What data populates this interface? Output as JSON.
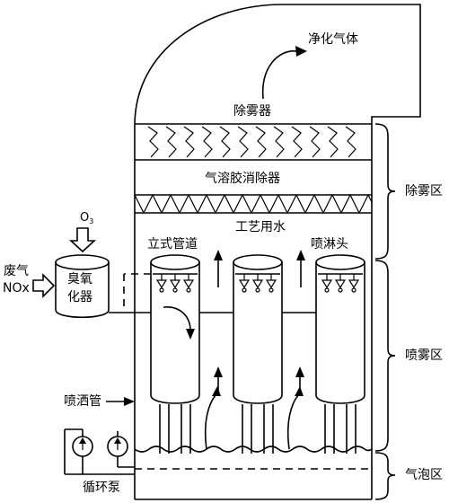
{
  "labels": {
    "clean_gas": "净化气体",
    "demister": "除雾器",
    "aerosol_remover": "气溶胶消除器",
    "process_water": "工艺用水",
    "vertical_pipe": "立式管道",
    "spray_head": "喷淋头",
    "waste_gas_line1": "废气",
    "waste_gas_line2": "NOx",
    "ozone": "O",
    "ozone_sub": "3",
    "ozonizer_line1": "臭氧",
    "ozonizer_line2": "化器",
    "sprinkler_pipe": "喷洒管",
    "circulation_pump": "循环泵",
    "zone_demist": "除雾区",
    "zone_spray": "喷雾区",
    "zone_bubble": "气泡区"
  }
}
